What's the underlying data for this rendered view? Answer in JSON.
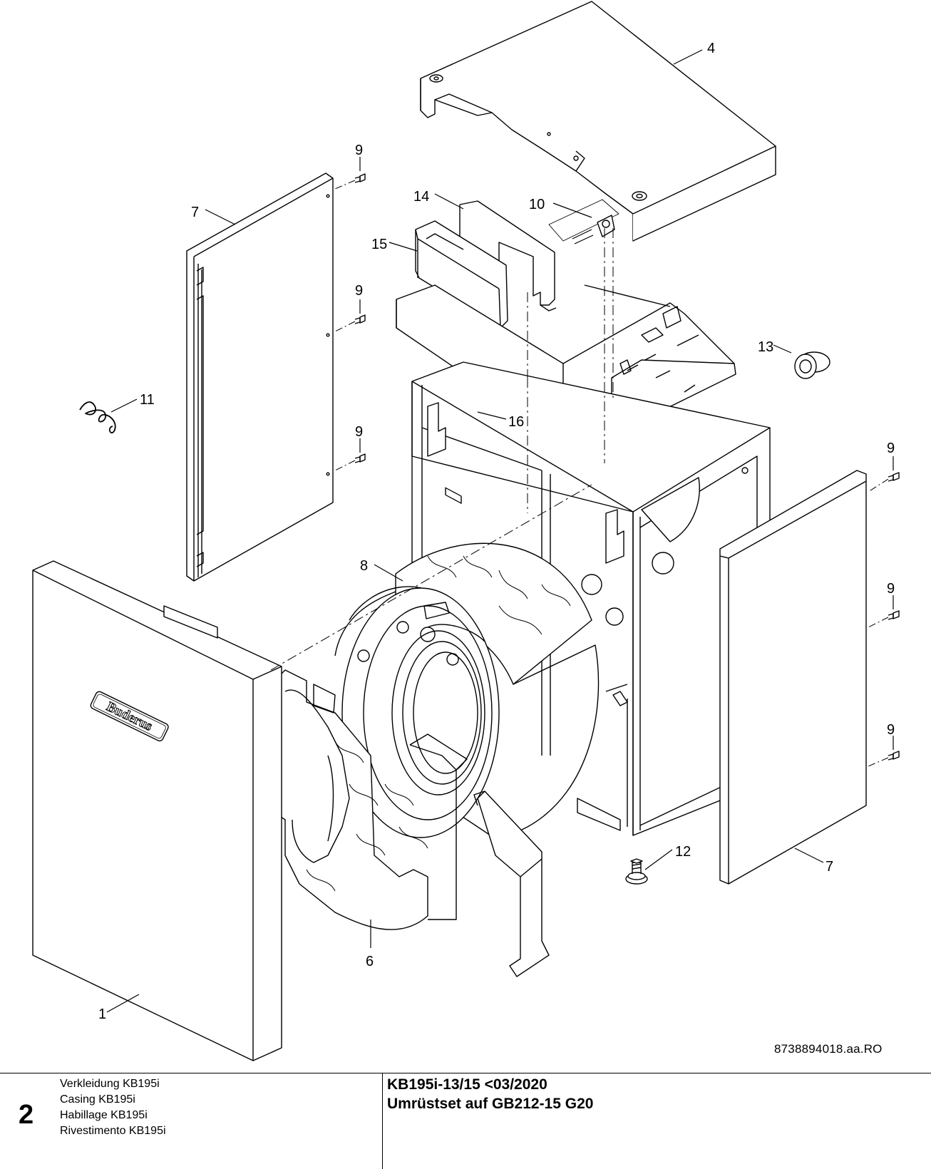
{
  "diagram": {
    "part_labels": {
      "p1": "1",
      "p4": "4",
      "p6": "6",
      "p7a": "7",
      "p7b": "7",
      "p8": "8",
      "p9a": "9",
      "p9b": "9",
      "p9c": "9",
      "p9d": "9",
      "p9e": "9",
      "p9f": "9",
      "p10": "10",
      "p11": "11",
      "p12": "12",
      "p13": "13",
      "p14": "14",
      "p15": "15",
      "p16": "16"
    },
    "brand_logo": "Buderus",
    "document_number": "8738894018.aa.RO"
  },
  "footer": {
    "sheet_number": "2",
    "names": [
      "Verkleidung KB195i",
      "Casing KB195i",
      "Habillage KB195i",
      "Rivestimento KB195i"
    ],
    "title_line1": "KB195i-13/15 <03/2020",
    "title_line2": "Umrüstset auf GB212-15 G20"
  }
}
